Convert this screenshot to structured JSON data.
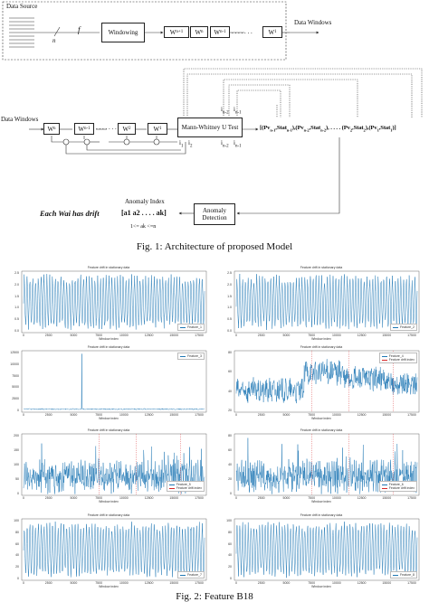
{
  "figure1": {
    "data_source": "Data Source",
    "n_label": "n",
    "f_label": "f",
    "windowing": "Windowing",
    "windows_top": [
      "W",
      "W",
      "W",
      ". . . . . . .",
      "W"
    ],
    "windows_top_sub": [
      "n+1",
      "n",
      "n-1",
      "",
      "1"
    ],
    "data_windows_top": "Data Windows",
    "data_windows_left": "Data Windows",
    "windows_mid": [
      "W",
      "W",
      ". . . . . . .",
      "W",
      "W"
    ],
    "windows_mid_sub": [
      "n",
      "n-1",
      "",
      "2",
      "1"
    ],
    "mwu_test": "Mann-Whitney U Test",
    "i_labels": [
      "i",
      "i",
      "i",
      "i",
      "i",
      "i"
    ],
    "i_subs": [
      "1",
      "2",
      "n-2",
      "n-1",
      "n-2",
      "n-1"
    ],
    "pv_output": "[(Pv",
    "pv_terms": [
      {
        "pv": "n-1",
        "stat": "n-1"
      },
      {
        "pv": "n-2",
        "stat": "n-2"
      },
      {
        "pv": "2",
        "stat": "2"
      },
      {
        "pv": "1",
        "stat": "1"
      }
    ],
    "anomaly_index": "Anomaly Index",
    "anomaly_list": "[a",
    "anomaly_list_text": "[a1 a2 . . . . ak]",
    "anomaly_range": "1 <= a",
    "anomaly_range_text": "1<= ak <=n",
    "drift_text": "Each W",
    "drift_text_full": "Each Wai has drift",
    "anomaly_detection": [
      "Anomaly",
      "Detection"
    ],
    "caption": "Fig. 1: Architecture of proposed Model"
  },
  "figure2": {
    "caption": "Fig. 2: Feature B18",
    "panels": [
      {
        "title": "Feature drift in stationary data",
        "xlabel": "Window index",
        "legend": [
          "Feature_1"
        ],
        "yticks": [
          "2.5",
          "2.0",
          "1.5",
          "1.0",
          "0.5",
          "0.0"
        ],
        "xticks": [
          "0",
          "2500",
          "5000",
          "7500",
          "10000",
          "12500",
          "15000",
          "17500"
        ],
        "style": "periodic"
      },
      {
        "title": "Feature drift in stationary data",
        "xlabel": "Window index",
        "legend": [
          "Feature_2"
        ],
        "yticks": [
          "2.5",
          "2.0",
          "1.5",
          "1.0",
          "0.5",
          "0.0"
        ],
        "xticks": [
          "0",
          "2500",
          "5000",
          "7500",
          "10000",
          "12500",
          "15000",
          "17500"
        ],
        "style": "periodic"
      },
      {
        "title": "Feature drift in stationary data",
        "xlabel": "Window index",
        "legend": [
          "Feature_3"
        ],
        "yticks": [
          "12500",
          "10000",
          "7500",
          "5000",
          "2500",
          "0"
        ],
        "xticks": [
          "0",
          "2500",
          "5000",
          "7500",
          "10000",
          "12500",
          "15000",
          "17500"
        ],
        "style": "spike"
      },
      {
        "title": "Feature drift in stationary data",
        "xlabel": "Window index",
        "legend": [
          "Feature_4",
          "Feature drift index"
        ],
        "yticks": [
          "80",
          "60",
          "40",
          "20"
        ],
        "xticks": [
          "0",
          "2500",
          "5000",
          "7500",
          "10000",
          "12500",
          "15000",
          "17500"
        ],
        "style": "level"
      },
      {
        "title": "Feature drift in stationary data",
        "xlabel": "Window index",
        "legend": [
          "Feature_5",
          "Feature drift index"
        ],
        "yticks": [
          "200",
          "150",
          "100",
          "50",
          "0"
        ],
        "xticks": [
          "0",
          "2500",
          "5000",
          "7500",
          "10000",
          "12500",
          "15000",
          "17500"
        ],
        "style": "noisy"
      },
      {
        "title": "Feature drift in stationary data",
        "xlabel": "Window index",
        "legend": [
          "Feature_6",
          "Feature drift index"
        ],
        "yticks": [
          "80",
          "60",
          "40",
          "20",
          "0"
        ],
        "xticks": [
          "0",
          "2500",
          "5000",
          "7500",
          "10000",
          "12500",
          "15000",
          "17500"
        ],
        "style": "noisy"
      },
      {
        "title": "Feature drift in stationary data",
        "xlabel": "Window index",
        "legend": [
          "Feature_7"
        ],
        "yticks": [
          "100",
          "80",
          "60",
          "40",
          "20",
          "0"
        ],
        "xticks": [
          "0",
          "2500",
          "5000",
          "7500",
          "10000",
          "12500",
          "15000",
          "17500"
        ],
        "style": "periodic"
      },
      {
        "title": "Feature drift in stationary data",
        "xlabel": "Window index",
        "legend": [
          "Feature_8"
        ],
        "yticks": [
          "100",
          "80",
          "60",
          "40",
          "20",
          "0"
        ],
        "xticks": [
          "0",
          "2500",
          "5000",
          "7500",
          "10000",
          "12500",
          "15000",
          "17500"
        ],
        "style": "periodic"
      }
    ],
    "colors": {
      "series": "#1f77b4",
      "drift": "#d62728"
    }
  }
}
